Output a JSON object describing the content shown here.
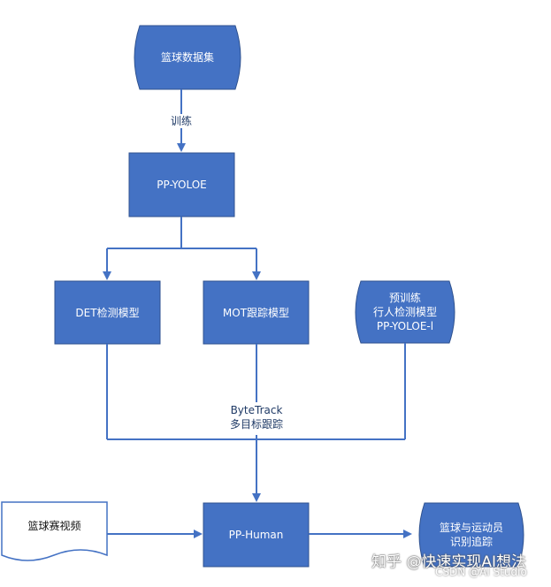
{
  "colors": {
    "node_fill": "#4472C4",
    "node_stroke": "#2F528F",
    "line": "#4472C4",
    "doc_fill": "#ffffff"
  },
  "nodes": {
    "dataset": "篮球数据集",
    "ppyoloe": "PP-YOLOE",
    "det_model": "DET检测模型",
    "mot_model": "MOT跟踪模型",
    "pretrained": "预训练\n行人检测模型\nPP-YOLOE-l",
    "video": "篮球赛视频",
    "pphuman": "PP-Human",
    "output": "篮球与运动员\n识别追踪"
  },
  "edge_labels": {
    "train": "训练",
    "bytetrack": "ByteTrack\n多目标跟踪"
  },
  "watermark": {
    "zhihu": "知乎 @快速实现AI想法",
    "csdn": "CSDN @AI Studio"
  }
}
